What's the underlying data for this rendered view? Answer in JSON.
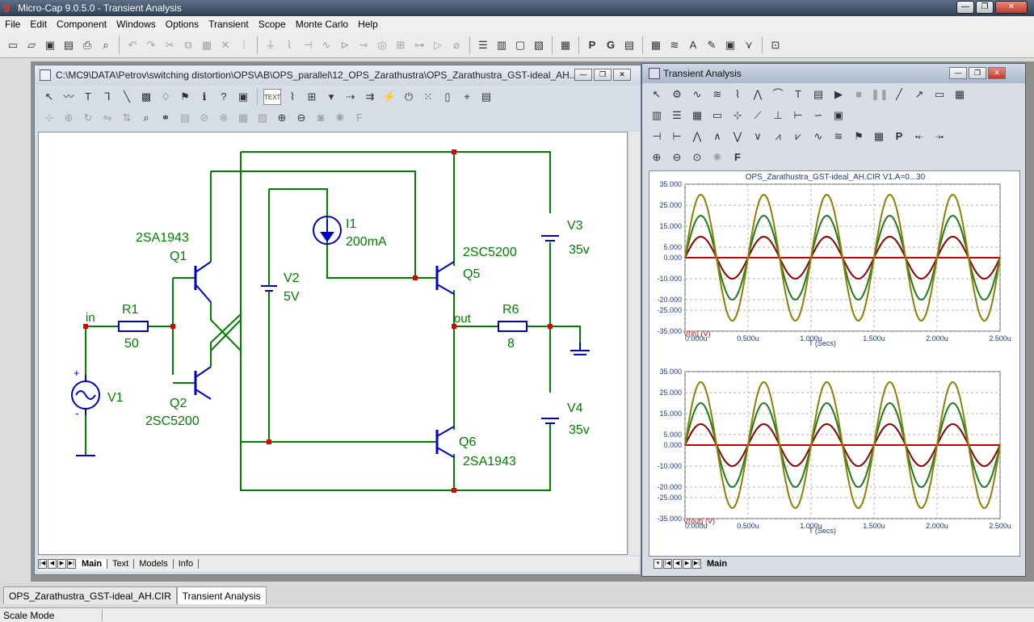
{
  "app": {
    "title": "Micro-Cap 9.0.5.0 - Transient Analysis",
    "logo_glyph": "9"
  },
  "menu": [
    {
      "label": "File"
    },
    {
      "label": "Edit"
    },
    {
      "label": "Component"
    },
    {
      "label": "Windows"
    },
    {
      "label": "Options"
    },
    {
      "label": "Transient"
    },
    {
      "label": "Scope"
    },
    {
      "label": "Monte Carlo"
    },
    {
      "label": "Help"
    }
  ],
  "schematic": {
    "title": "C:\\MC9\\DATA\\Petrov\\switching distortion\\OPS\\AB\\OPS_parallel\\12_OPS_Zarathustra\\OPS_Zarathustra_GST-ideal_AH....",
    "toolbar_text_button": "TEXT",
    "tabs": [
      "Main",
      "Text",
      "Models",
      "Info"
    ],
    "components": {
      "q1_type": "2SA1943",
      "q1": "Q1",
      "q2": "Q2",
      "q2_type": "2SC5200",
      "q5_type": "2SC5200",
      "q5": "Q5",
      "q6": "Q6",
      "q6_type": "2SA1943",
      "r1": "R1",
      "r1_val": "50",
      "r6": "R6",
      "r6_val": "8",
      "v1": "V1",
      "v2": "V2",
      "v2_val": "5V",
      "v3": "V3",
      "v3_val": "35v",
      "v4": "V4",
      "v4_val": "35v",
      "i1": "I1",
      "i1_val": "200mA",
      "node_in": "in",
      "node_out": "out",
      "v1_plus": "+",
      "v1_minus": "-"
    },
    "colors": {
      "wire": "#008000",
      "component": "#0000c8",
      "node": "#e00000",
      "label": "#008000"
    }
  },
  "transient": {
    "title": "Transient Analysis",
    "plot_title": "OPS_Zarathustra_GST-ideal_AH.CIR V1.A=0...30",
    "tabs": [
      "Main"
    ]
  },
  "chart_data": [
    {
      "type": "line",
      "title": "OPS_Zarathustra_GST-ideal_AH.CIR V1.A=0...30",
      "xlabel": "T (Secs)",
      "ylabel": "V(in) (V)",
      "xlim": [
        0,
        2.5
      ],
      "ylim": [
        -35,
        35
      ],
      "x_ticks": [
        "0.000u",
        "0.500u",
        "1.000u",
        "1.500u",
        "2.000u",
        "2.500u"
      ],
      "y_ticks": [
        "35.000",
        "25.000",
        "15.000",
        "5.000",
        "0.000",
        "-10.000",
        "-20.000",
        "-25.000",
        "-35.000"
      ],
      "y_tick_values": [
        35,
        25,
        15,
        5,
        0,
        -10,
        -20,
        -25,
        -35
      ],
      "grid": true,
      "x_unit": "us",
      "frequency_mhz": 2,
      "series": [
        {
          "amplitude": 0,
          "color": "#cc0000"
        },
        {
          "amplitude": 10,
          "color": "#8b0000"
        },
        {
          "amplitude": 20,
          "color": "#1e7a1e"
        },
        {
          "amplitude": 30,
          "color": "#8b8000"
        }
      ]
    },
    {
      "type": "line",
      "xlabel": "T (Secs)",
      "ylabel": "V(out) (V)",
      "xlim": [
        0,
        2.5
      ],
      "ylim": [
        -35,
        35
      ],
      "x_ticks": [
        "0.000u",
        "0.500u",
        "1.000u",
        "1.500u",
        "2.000u",
        "2.500u"
      ],
      "y_ticks": [
        "35.000",
        "25.000",
        "15.000",
        "5.000",
        "0.000",
        "-10.000",
        "-20.000",
        "-25.000",
        "-35.000"
      ],
      "y_tick_values": [
        35,
        25,
        15,
        5,
        0,
        -10,
        -20,
        -25,
        -35
      ],
      "grid": true,
      "x_unit": "us",
      "frequency_mhz": 2,
      "series": [
        {
          "amplitude": 0,
          "color": "#cc0000"
        },
        {
          "amplitude": 10,
          "color": "#8b0000"
        },
        {
          "amplitude": 20,
          "color": "#1e7a1e"
        },
        {
          "amplitude": 30,
          "color": "#8b8000"
        }
      ]
    }
  ],
  "doc_tabs": [
    "OPS_Zarathustra_GST-ideal_AH.CIR",
    "Transient Analysis"
  ],
  "status": {
    "mode": "Scale Mode"
  }
}
